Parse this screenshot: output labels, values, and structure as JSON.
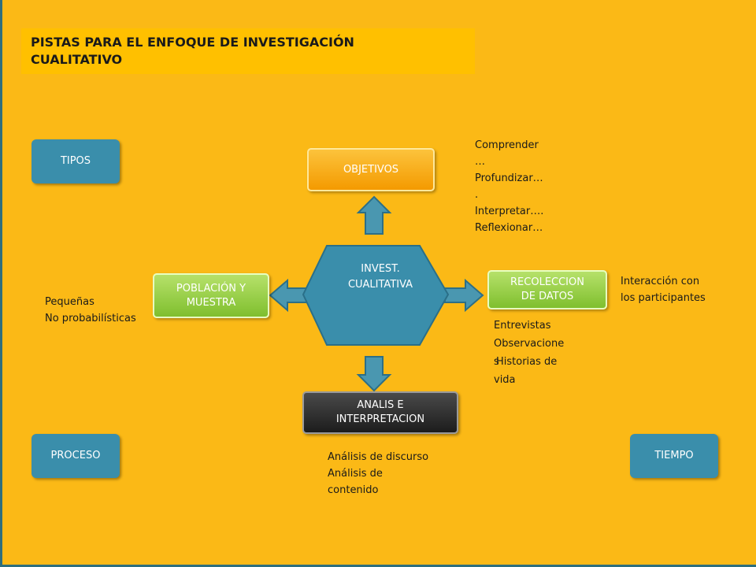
{
  "title": {
    "line1": "PISTAS PARA EL ENFOQUE DE INVESTIGACIÓN",
    "line2": "CUALITATIVO"
  },
  "corners": {
    "tipos": "TIPOS",
    "proceso": "PROCESO",
    "tiempo": "TIEMPO"
  },
  "center": {
    "line1": "INVEST.",
    "line2": "CUALITATIVA"
  },
  "nodes": {
    "objetivos": "OBJETIVOS",
    "poblacion": {
      "line1": "POBLACIÓN Y",
      "line2": "MUESTRA"
    },
    "recoleccion": {
      "line1": "RECOLECCION",
      "line2": "DE DATOS"
    },
    "analisis": {
      "line1": "ANALIS E",
      "line2": "INTERPRETACION"
    }
  },
  "notes": {
    "objetivos": [
      "Comprender",
      "…",
      "Profundizar…",
      ".",
      "Interpretar….",
      "Reflexionar…"
    ],
    "poblacion": [
      "Pequeñas",
      "No probabilísticas"
    ],
    "recoleccion_right": [
      "Interacción con",
      "los participantes"
    ],
    "recoleccion_below": [
      "Entrevistas",
      "Observacione",
      "s",
      "Historias de",
      "vida"
    ],
    "analisis": [
      "Análisis de discurso",
      "Análisis de",
      "contenido"
    ]
  },
  "colors": {
    "background": "#fbb916",
    "teal": "#3a8eab",
    "arrow": "#4a97b0"
  }
}
